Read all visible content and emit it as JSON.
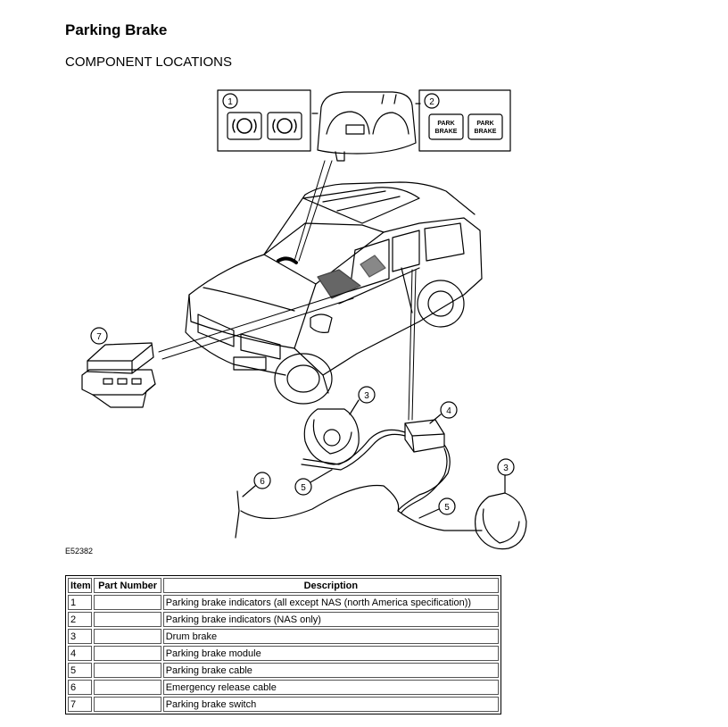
{
  "header": {
    "title": "Parking Brake",
    "subtitle": "COMPONENT LOCATIONS"
  },
  "figure": {
    "code": "E52382",
    "callouts": [
      "1",
      "2",
      "3",
      "4",
      "5",
      "6",
      "7"
    ],
    "indicator_nas_text": [
      "PARK",
      "BRAKE"
    ]
  },
  "table": {
    "headers": [
      "Item",
      "Part Number",
      "Description"
    ],
    "rows": [
      {
        "item": "1",
        "part_number": "",
        "description": "Parking brake indicators (all except NAS (north America specification))"
      },
      {
        "item": "2",
        "part_number": "",
        "description": "Parking brake indicators (NAS only)"
      },
      {
        "item": "3",
        "part_number": "",
        "description": "Drum brake"
      },
      {
        "item": "4",
        "part_number": "",
        "description": "Parking brake module"
      },
      {
        "item": "5",
        "part_number": "",
        "description": "Parking brake cable"
      },
      {
        "item": "6",
        "part_number": "",
        "description": "Emergency release cable"
      },
      {
        "item": "7",
        "part_number": "",
        "description": "Parking brake switch"
      }
    ]
  }
}
